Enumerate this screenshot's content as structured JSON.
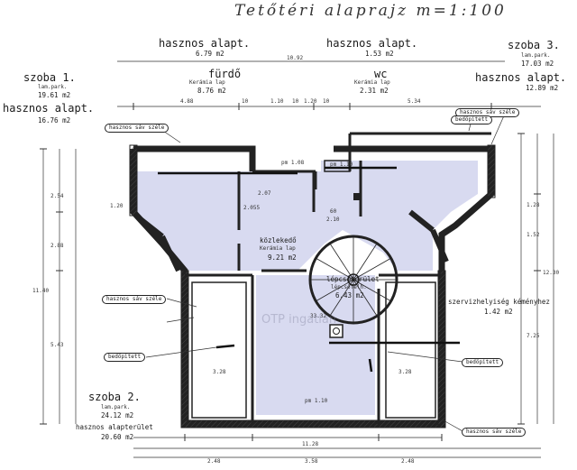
{
  "title": "Tetőtéri alaprajz m=1:100",
  "rooms": {
    "szoba1": {
      "name": "szoba 1.",
      "floor": "lam.park.",
      "area": "19.61 m2",
      "useful_label": "hasznos alapt.",
      "useful_area": "16.76 m2"
    },
    "left_useful": {
      "label": "hasznos alapt.",
      "area": "6.79 m2"
    },
    "furdo": {
      "name": "fürdő",
      "floor": "Kerámia lap",
      "area": "8.76 m2"
    },
    "mid_useful": {
      "label": "hasznos alapt.",
      "area": "1.53 m2"
    },
    "wc": {
      "name": "wc",
      "floor": "Kerámia lap",
      "area": "2.31 m2"
    },
    "szoba3": {
      "name": "szoba 3.",
      "floor": "lam.park.",
      "area": "17.03 m2",
      "useful_label": "hasznos alapt.",
      "useful_area": "12.89 m2"
    },
    "kozlekedo": {
      "name": "közlekedő",
      "floor": "Kerámia lap",
      "area": "9.21 m2"
    },
    "lepcso": {
      "name": "lépcsőterület",
      "floor": "lépcsőfelh.",
      "area": "6.43 m2"
    },
    "szerviz": {
      "name": "szervizhelyiség kéményhez",
      "area": "1.42 m2"
    },
    "szoba2": {
      "name": "szoba 2.",
      "floor": "lam.park.",
      "area": "24.12 m2",
      "useful_label": "hasznos alapterület",
      "useful_area": "20.60 m2"
    }
  },
  "tags": {
    "hasznos_sav_1": "hasznos sáv széle",
    "hasznos_sav_2": "hasznos sáv széle",
    "hasznos_sav_3": "hasznos sáv széle",
    "hasznos_sav_4": "hasznos sáv széle",
    "bedopitett_1": "bedöpitett",
    "bedopitett_2": "bedöpitett",
    "bedopitett_3": "bedöpitett"
  },
  "dimensions": {
    "top_total": "10.92",
    "top_a": "4.88",
    "top_b": "10",
    "top_c": "1.10",
    "top_d": "10",
    "top_e": "1.20",
    "top_f": "10",
    "top_g": "5.34",
    "bottom_total": "11.28",
    "bottom_a": "2.48",
    "bottom_b": "3.58",
    "bottom_c": "2.48",
    "left_total": "11.40",
    "left_a": "2.54",
    "left_b": "2.88",
    "left_c": "5.43",
    "right_total": "12.30",
    "right_a": "1.28",
    "right_b": "1.52",
    "right_c": "7.25",
    "w1": "3.28",
    "w2": "3.28",
    "pm1": "pm 1.08",
    "pm2": "pm 1.10",
    "pm3": "pm 1.10",
    "d1": "2.07",
    "d2": "2.10",
    "d3": "60",
    "d4": "1.20",
    "d5": "2.055",
    "d6": "33.32"
  },
  "watermark": "OTP ingatlan"
}
